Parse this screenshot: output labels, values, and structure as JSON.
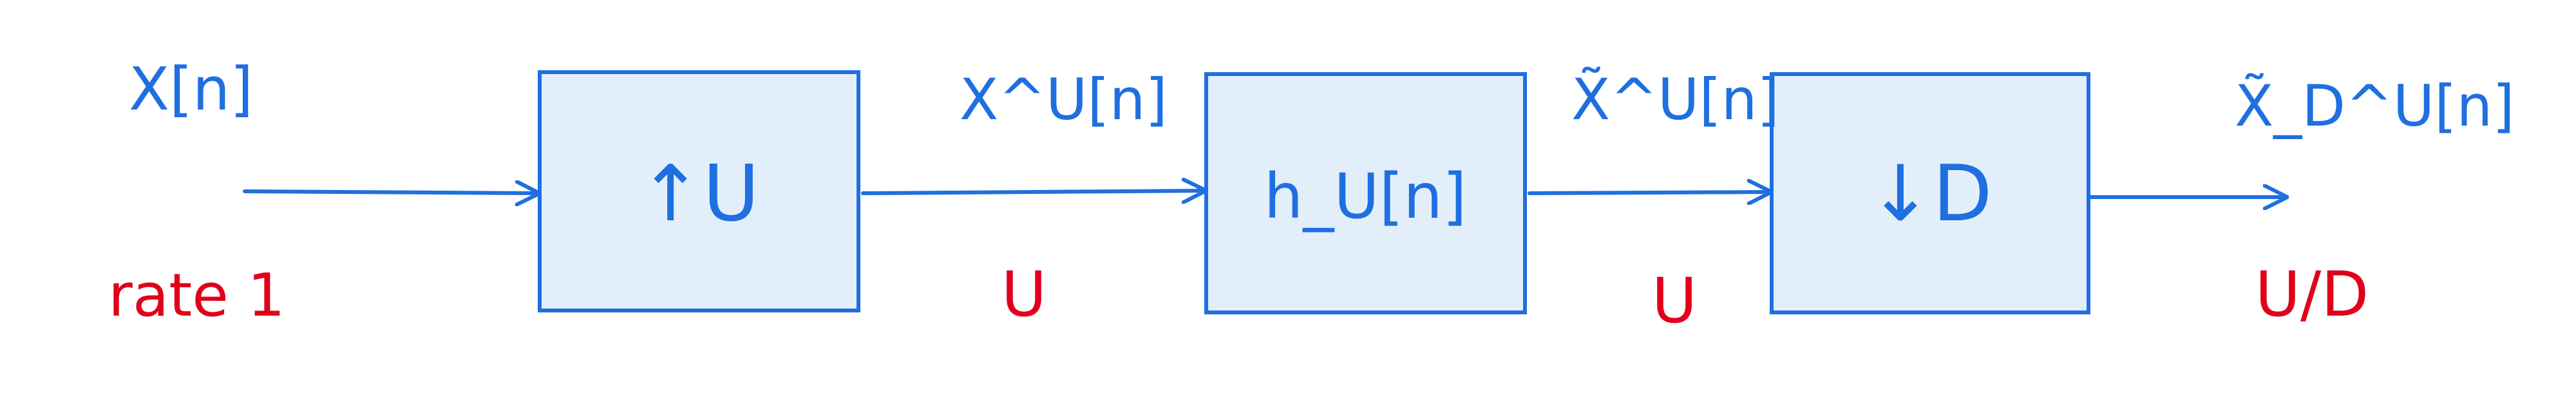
{
  "colors": {
    "ink_blue": "#1f6fe0",
    "box_fill": "#e3eefb",
    "box_stroke": "#1f6fe0",
    "ink_red": "#e0001b"
  },
  "signals": {
    "input": "X[n]",
    "after_upsample": "X^U[n]",
    "after_filter": "X̃^U[n]",
    "output": "X̃_D^U[n]"
  },
  "blocks": {
    "upsampler": "↑U",
    "filter": "h_U[n]",
    "downsampler": "↓D"
  },
  "rates": {
    "input": "rate 1",
    "after_upsample": "U",
    "after_filter": "U",
    "output": "U/D"
  }
}
